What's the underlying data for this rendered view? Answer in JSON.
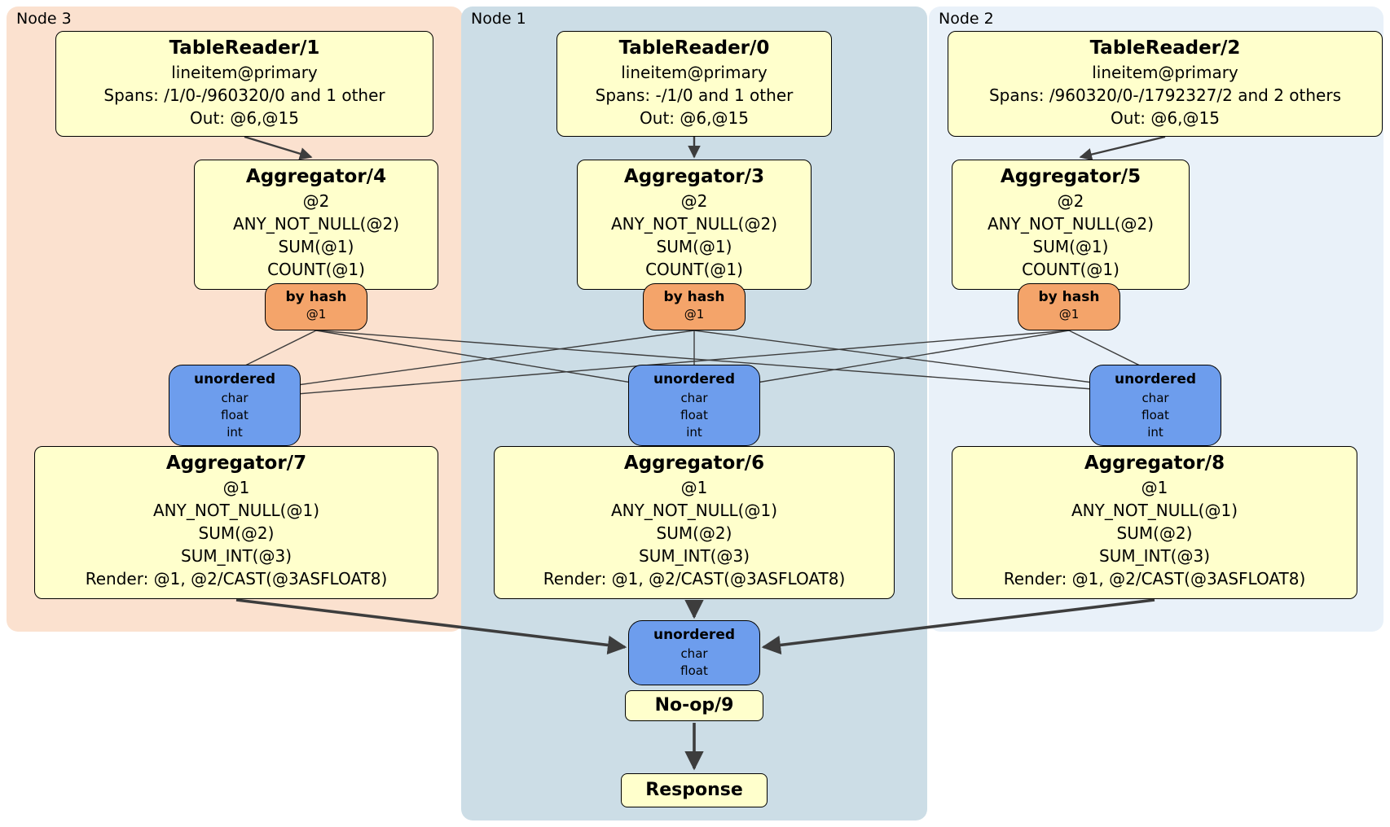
{
  "panels": {
    "node3": {
      "label": "Node 3"
    },
    "node1": {
      "label": "Node 1"
    },
    "node2": {
      "label": "Node 2"
    }
  },
  "boxes": {
    "tr1": {
      "title": "TableReader/1",
      "lines": [
        "lineitem@primary",
        "Spans: /1/0-/960320/0 and 1 other",
        "Out: @6,@15"
      ]
    },
    "tr0": {
      "title": "TableReader/0",
      "lines": [
        "lineitem@primary",
        "Spans: -/1/0 and 1 other",
        "Out: @6,@15"
      ]
    },
    "tr2": {
      "title": "TableReader/2",
      "lines": [
        "lineitem@primary",
        "Spans: /960320/0-/1792327/2 and 2 others",
        "Out: @6,@15"
      ]
    },
    "agg4": {
      "title": "Aggregator/4",
      "lines": [
        "@2",
        "ANY_NOT_NULL(@2)",
        "SUM(@1)",
        "COUNT(@1)"
      ]
    },
    "agg3": {
      "title": "Aggregator/3",
      "lines": [
        "@2",
        "ANY_NOT_NULL(@2)",
        "SUM(@1)",
        "COUNT(@1)"
      ]
    },
    "agg5": {
      "title": "Aggregator/5",
      "lines": [
        "@2",
        "ANY_NOT_NULL(@2)",
        "SUM(@1)",
        "COUNT(@1)"
      ]
    },
    "agg7": {
      "title": "Aggregator/7",
      "lines": [
        "@1",
        "ANY_NOT_NULL(@1)",
        "SUM(@2)",
        "SUM_INT(@3)",
        "Render: @1, @2/CAST(@3ASFLOAT8)"
      ]
    },
    "agg6": {
      "title": "Aggregator/6",
      "lines": [
        "@1",
        "ANY_NOT_NULL(@1)",
        "SUM(@2)",
        "SUM_INT(@3)",
        "Render: @1, @2/CAST(@3ASFLOAT8)"
      ]
    },
    "agg8": {
      "title": "Aggregator/8",
      "lines": [
        "@1",
        "ANY_NOT_NULL(@1)",
        "SUM(@2)",
        "SUM_INT(@3)",
        "Render: @1, @2/CAST(@3ASFLOAT8)"
      ]
    },
    "hash3": {
      "title": "by hash",
      "lines": [
        "@1"
      ]
    },
    "hash1": {
      "title": "by hash",
      "lines": [
        "@1"
      ]
    },
    "hash2": {
      "title": "by hash",
      "lines": [
        "@1"
      ]
    },
    "un3": {
      "title": "unordered",
      "lines": [
        "char",
        "float",
        "int"
      ]
    },
    "un1": {
      "title": "unordered",
      "lines": [
        "char",
        "float",
        "int"
      ]
    },
    "un2": {
      "title": "unordered",
      "lines": [
        "char",
        "float",
        "int"
      ]
    },
    "unfinal": {
      "title": "unordered",
      "lines": [
        "char",
        "float"
      ]
    },
    "noop": {
      "title": "No-op/9"
    },
    "response": {
      "title": "Response"
    }
  },
  "colors": {
    "panel_node3": "#fbe1cf",
    "panel_node1": "#ccdde6",
    "panel_node2": "#e9f1f9",
    "processor_fill": "#ffffcc",
    "router_fill": "#f4a46a",
    "sync_fill": "#6d9ded",
    "edge": "#3d3d3d",
    "border": "#000000"
  }
}
